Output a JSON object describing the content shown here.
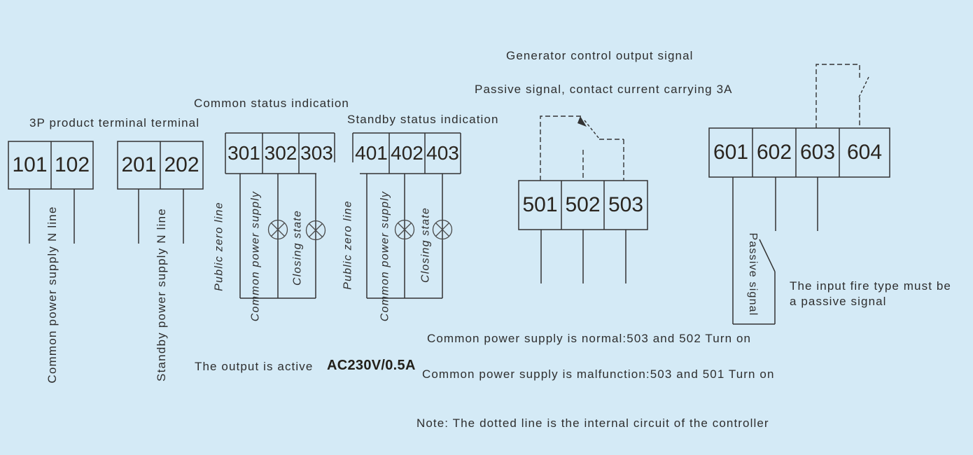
{
  "colors": {
    "background": "#d4eaf6",
    "wire": "#333333",
    "text": "#2e2e2e",
    "number_text": "#2a251f"
  },
  "headers": {
    "terminal_3p": "3P product terminal terminal",
    "common_status": "Common status indication",
    "standby_status": "Standby status indication",
    "generator_output": "Generator control output signal",
    "passive_rating": "Passive signal, contact current carrying 3A"
  },
  "blocks": [
    {
      "name": "3p-power-terminal",
      "cells": [
        "101",
        "102"
      ]
    },
    {
      "name": "standby-power-terminal",
      "cells": [
        "201",
        "202"
      ]
    },
    {
      "name": "common-status-terminal",
      "cells": [
        "301",
        "302",
        "303"
      ]
    },
    {
      "name": "standby-status-terminal",
      "cells": [
        "401",
        "402",
        "403"
      ]
    },
    {
      "name": "generator-output-terminal",
      "cells": [
        "501",
        "502",
        "503"
      ]
    },
    {
      "name": "fire-input-terminal",
      "cells": [
        "601",
        "602",
        "603",
        "604"
      ]
    }
  ],
  "wire_labels": {
    "common_n": "Common power supply N line",
    "standby_n": "Standby power supply N line",
    "public_zero_c": "Public zero line",
    "common_power_c": "Common power supply",
    "closing_c": "Closing state",
    "public_zero_d": "Public zero line",
    "common_power_d": "Common power supply",
    "closing_d": "Closing state",
    "passive": "Passive signal"
  },
  "notes": {
    "output_active": "The output is active",
    "rating": "AC230V/0.5A",
    "normal": "Common power supply is normal:503 and 502 Turn on",
    "malfunction": "Common power supply is malfunction:503 and 501 Turn on",
    "fire_input_1": "The input fire type must be",
    "fire_input_2": "a passive signal",
    "note": "Note: The dotted line is the internal circuit of the controller"
  }
}
